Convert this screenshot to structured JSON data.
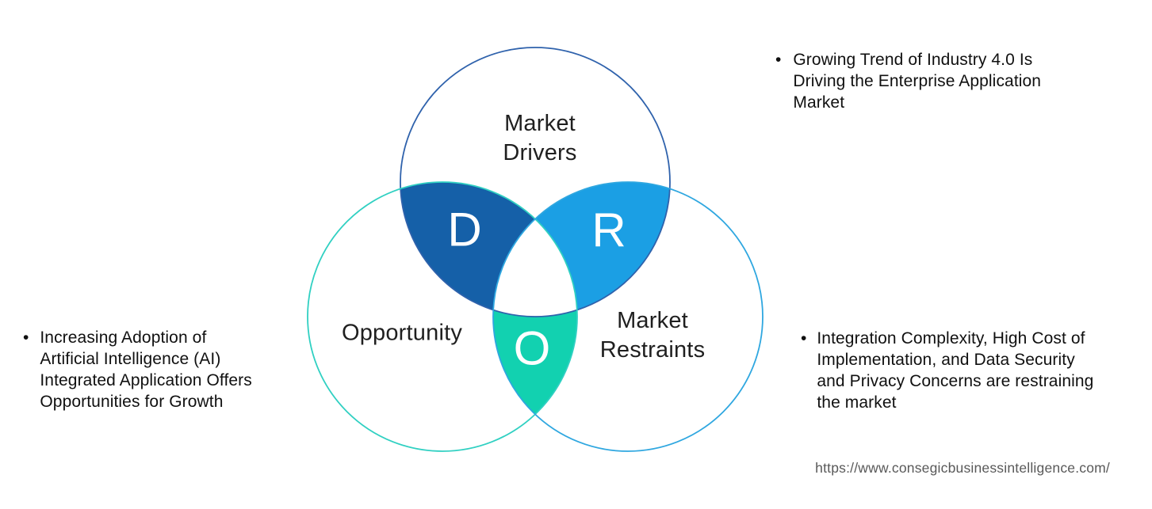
{
  "venn": {
    "drivers": {
      "label": "Market\nDrivers",
      "letter": "D",
      "fill": "#1560A8",
      "stroke": "#2F62AC"
    },
    "restraints": {
      "label": "Market\nRestraints",
      "letter": "R",
      "fill": "#1B9FE4",
      "stroke": "#2FA7E0"
    },
    "opportunity": {
      "label": "Opportunity",
      "letter": "O",
      "fill": "#12D1B0",
      "stroke": "#30D0C2"
    }
  },
  "notes": {
    "driver_note": {
      "bullet": "•",
      "text": "Growing Trend of Industry 4.0 Is\nDriving the Enterprise Application\nMarket"
    },
    "opportunity_note": {
      "bullet": "•",
      "text": "Increasing Adoption of\nArtificial Intelligence (AI)\nIntegrated Application Offers\nOpportunities for Growth"
    },
    "restraint_note": {
      "bullet": "•",
      "text": "Integration Complexity, High Cost of\nImplementation, and Data Security\nand Privacy Concerns are restraining\nthe market"
    }
  },
  "footer": {
    "source_url": "https://www.consegicbusinessintelligence.com/"
  }
}
